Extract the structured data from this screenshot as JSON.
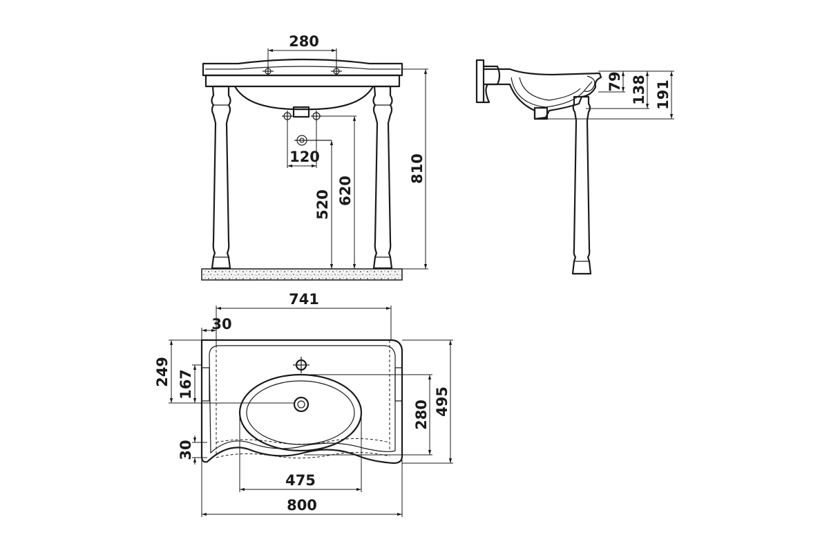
{
  "front_view": {
    "tap_hole_spacing": "280",
    "waste_offset": "120",
    "waste_height": "520",
    "trap_height": "620",
    "total_height": "810"
  },
  "side_view": {
    "depth_overflow": "79",
    "depth_bowl": "138",
    "depth_total": "191"
  },
  "top_view": {
    "inner_width": "741",
    "rim_offset_top": "30",
    "tap_to_back": "249",
    "waste_to_back": "167",
    "front_lip": "30",
    "bowl_depth": "280",
    "total_depth": "495",
    "bowl_width": "475",
    "total_width": "800"
  }
}
